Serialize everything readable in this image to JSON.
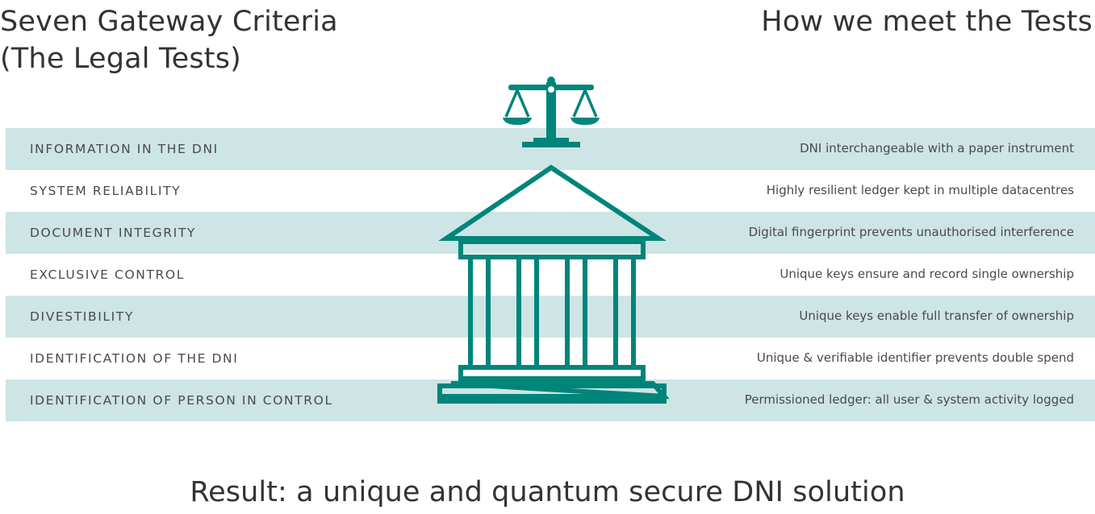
{
  "header": {
    "left_title_line1": "Seven Gateway Criteria",
    "left_title_line2": "(The Legal Tests)",
    "right_title": "How we meet the Tests"
  },
  "rows": [
    {
      "criterion": "INFORMATION IN THE DNI",
      "solution": "DNI interchangeable with a paper instrument"
    },
    {
      "criterion": "SYSTEM RELIABILITY",
      "solution": "Highly resilient ledger kept in multiple datacentres"
    },
    {
      "criterion": "DOCUMENT INTEGRITY",
      "solution": "Digital fingerprint prevents unauthorised interference"
    },
    {
      "criterion": "EXCLUSIVE CONTROL",
      "solution": "Unique keys ensure and record single ownership"
    },
    {
      "criterion": "DIVESTIBILITY",
      "solution": "Unique keys enable full transfer of ownership"
    },
    {
      "criterion": "IDENTIFICATION OF THE DNI",
      "solution": "Unique & verifiable identifier prevents double spend"
    },
    {
      "criterion": "IDENTIFICATION OF PERSON IN CONTROL",
      "solution": "Permissioned ledger: all user & system activity logged"
    }
  ],
  "footer": {
    "result": "Result: a unique and quantum secure DNI solution"
  },
  "icons": {
    "scales": "scales-of-justice-icon",
    "courthouse": "courthouse-icon"
  },
  "colors": {
    "row_shade": "#cde5e4",
    "icon_teal": "#00857a",
    "text": "#333333"
  }
}
